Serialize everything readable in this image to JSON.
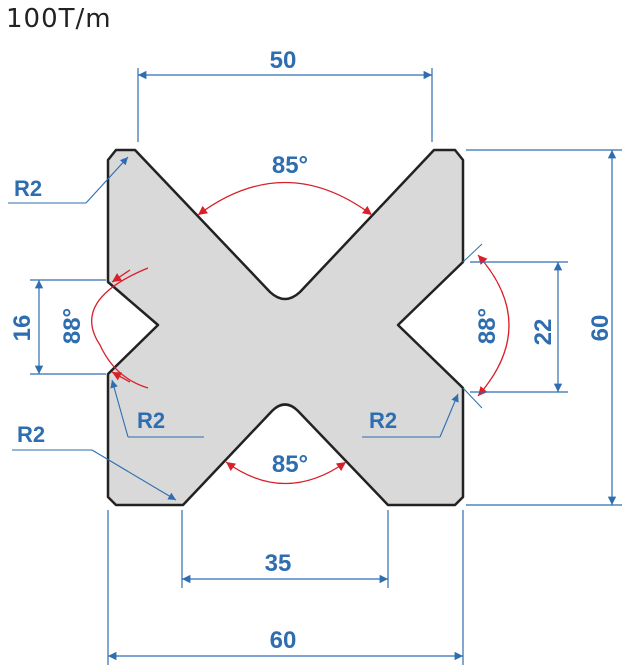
{
  "title": "100T/m",
  "dimensions": {
    "top_width": "50",
    "bottom_opening": "35",
    "overall_width": "60",
    "overall_height": "60",
    "left_opening": "16",
    "right_opening": "22"
  },
  "angles": {
    "top": "85°",
    "bottom": "85°",
    "left": "88°",
    "right": "88°"
  },
  "radii": {
    "top_left": "R2",
    "mid_left": "R2",
    "mid_right": "R2",
    "bottom_left": "R2"
  },
  "colors": {
    "dimension": "#2e6db0",
    "angle_arc": "#d8202a",
    "fill": "#d9d9d9",
    "outline": "#222222"
  }
}
